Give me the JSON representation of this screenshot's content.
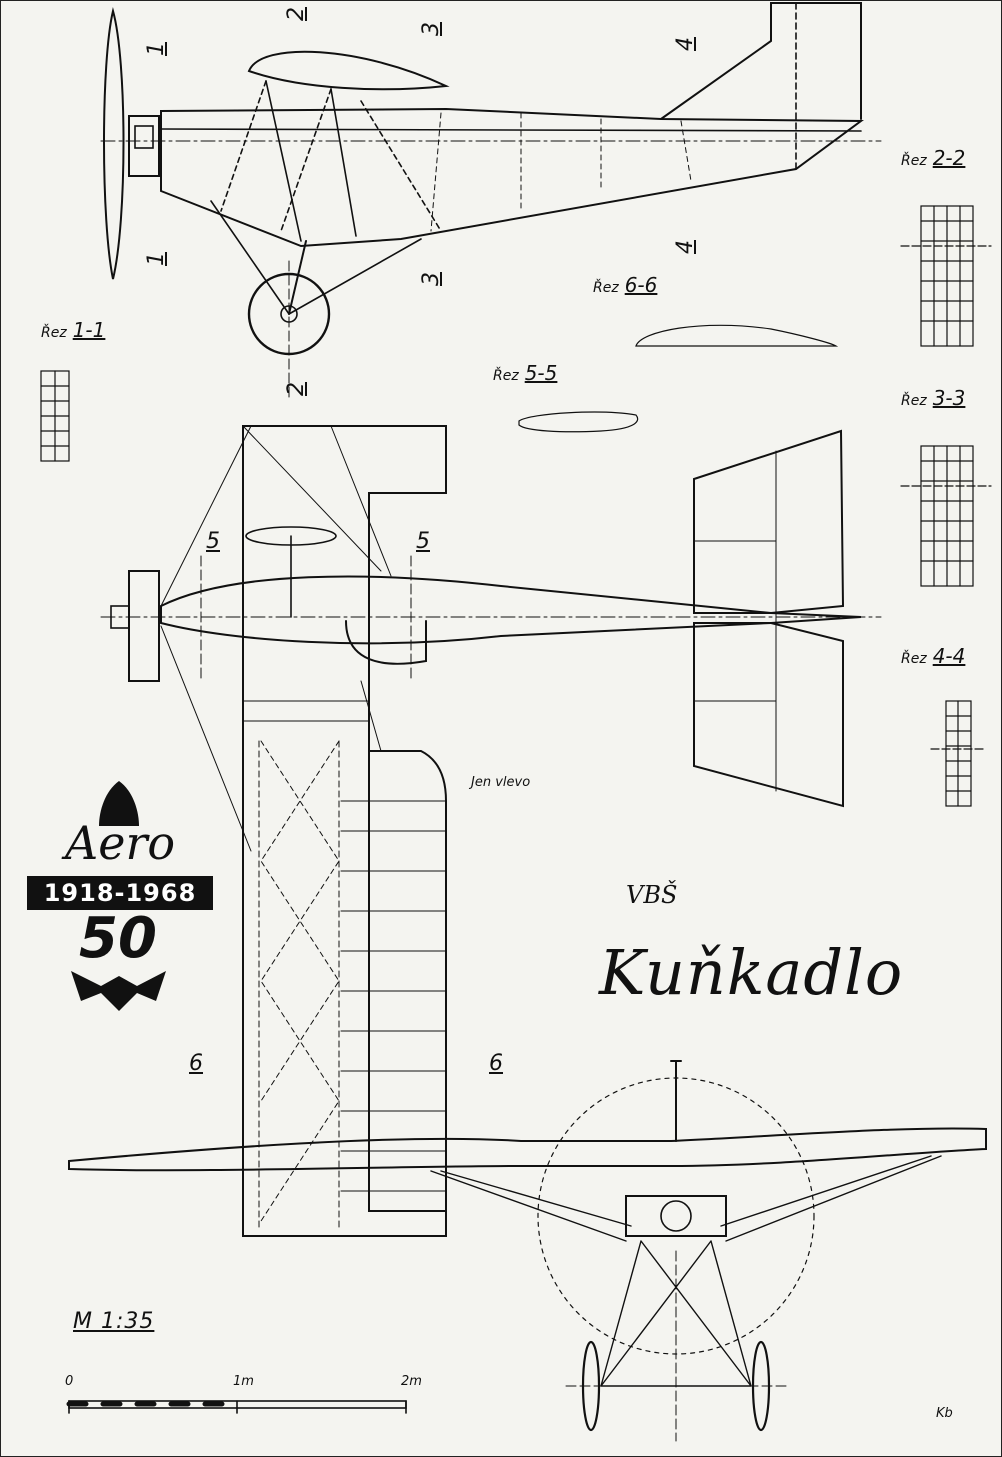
{
  "drawing": {
    "title": "Kuňkadlo",
    "monogram": "VBŠ",
    "scale_label": "M  1:35",
    "note": "Jen vlevo",
    "author_mark": "Kb"
  },
  "sections": {
    "rez_1_1": "1-1",
    "rez_2_2": "2-2",
    "rez_3_3": "3-3",
    "rez_4_4": "4-4",
    "rez_5_5": "5-5",
    "rez_6_6": "6-6",
    "rez_prefix": "Řez"
  },
  "section_marks": {
    "one": "1",
    "two": "2",
    "three": "3",
    "four": "4",
    "five": "5",
    "six": "6"
  },
  "scale_bar": {
    "zero": "0",
    "one": "1m",
    "two": "2m"
  },
  "logo": {
    "aero": "Aero",
    "years": "1918-1968",
    "fifty": "50"
  }
}
